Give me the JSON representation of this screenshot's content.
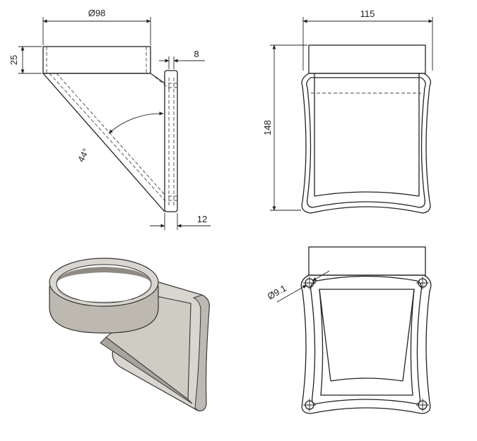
{
  "dimensions": {
    "diameter_98": "Ø98",
    "height_25": "25",
    "thickness_8": "8",
    "thickness_12": "12",
    "angle_44": "44°",
    "width_115": "115",
    "height_148": "148",
    "hole_9_1": "Ø9.1"
  },
  "colors": {
    "line": "#222222",
    "shade_light": "#d9d6cf",
    "shade_mid": "#bdb9b0",
    "shade_dark": "#8f8b83"
  }
}
